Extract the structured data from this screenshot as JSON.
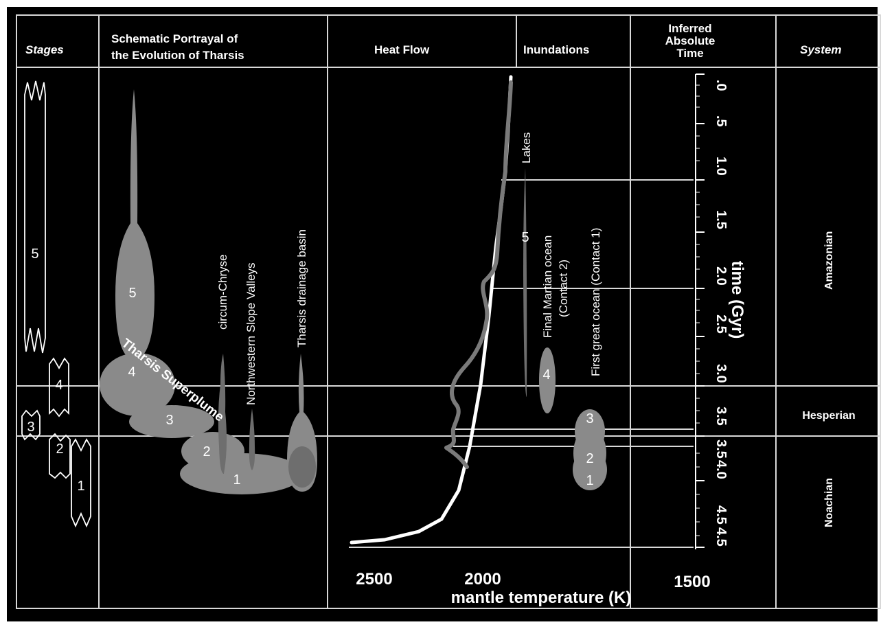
{
  "header": {
    "stages": "Stages",
    "schematic_line1": "Schematic Portrayal of",
    "schematic_line2": "the Evolution of Tharsis",
    "heat_flow": "Heat Flow",
    "inundations": "Inundations",
    "time_line1": "Inferred",
    "time_line2": "Absolute",
    "time_line3": "Time",
    "system": "System"
  },
  "stages": [
    "5",
    "4",
    "3",
    "2",
    "1"
  ],
  "tharsis": {
    "plume_stages": [
      "5",
      "4",
      "3",
      "2",
      "1"
    ],
    "superplume_label": "Tharsis Superplume",
    "labels": {
      "circum_chryse": "circum-Chryse",
      "nw_valleys": "Northwestern Slope Valleys",
      "drainage": "Tharsis drainage basin"
    }
  },
  "inundations": {
    "lakes": "Lakes",
    "lakes_stage": "5",
    "final_ocean_line1": "Final Martian ocean",
    "final_ocean_line2": "(Contact 2)",
    "final_ocean_stage": "4",
    "first_ocean": "First great ocean (Contact 1)",
    "first_ocean_stages": [
      "3",
      "2",
      "1"
    ]
  },
  "time_axis": {
    "label": "time (Gyr)",
    "ticks": [
      ".0",
      ".5",
      "1.0",
      "1.5",
      "2.0",
      "2.5",
      "3.0",
      "3.5",
      "3.5",
      "4.0",
      "4.5",
      "4.5"
    ]
  },
  "temperature_axis": {
    "label": "mantle temperature (K)",
    "ticks": [
      "2500",
      "2000",
      "1500"
    ]
  },
  "systems": [
    "Amazonian",
    "Hesperian",
    "Noachian"
  ]
}
